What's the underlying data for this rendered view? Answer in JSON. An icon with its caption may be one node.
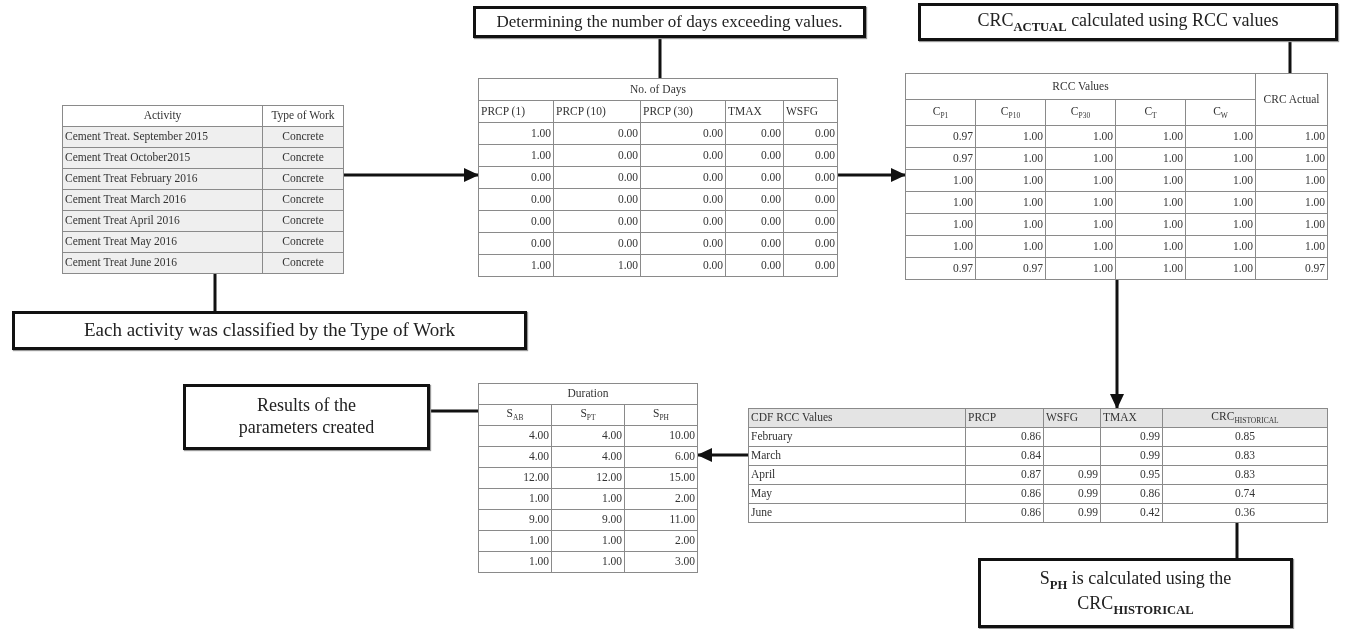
{
  "diagram": {
    "nodes": [
      {
        "text": [
          "Determining the number of days exceeding values."
        ]
      },
      {
        "text": [
          "CRC$_{ACTUAL}$ calculated using RCC values"
        ]
      },
      {
        "text": [
          "Activity",
          "Type of Work",
          "Cement Treat. September 2015",
          "Concrete",
          "Cement Treat October2015",
          "Concrete",
          "Cement Treat February 2016",
          "Concrete",
          "Cement Treat March 2016",
          "Concrete",
          "Cement Treat April 2016",
          "Concrete",
          "Cement Treat May 2016",
          "Concrete",
          "Cement Treat June 2016",
          "Concrete"
        ]
      },
      {
        "text": [
          "No. of Days",
          "PRCP (1)",
          "PRCP (10)",
          "PRCP (30)",
          "TMAX",
          "WSFG",
          "1.00",
          "0.00",
          "0.00",
          "0.00",
          "0.00",
          "1.00",
          "0.00",
          "0.00",
          "0.00",
          "0.00",
          "0.00",
          "0.00",
          "0.00",
          "0.00",
          "0.00",
          "0.00",
          "0.00",
          "0.00",
          "0.00",
          "0.00",
          "0.00",
          "0.00",
          "0.00",
          "0.00",
          "0.00",
          "0.00",
          "0.00",
          "0.00",
          "0.00",
          "0.00",
          "1.00",
          "1.00",
          "0.00",
          "0.00",
          "0.00"
        ]
      },
      {
        "text": [
          "RCC Values",
          "CRC Actual",
          "C$_{P1}$",
          "C$_{P10}$",
          "C$_{P30}$",
          "C$_{T}$",
          "C$_{W}$",
          "0.97",
          "1.00",
          "1.00",
          "1.00",
          "1.00",
          "1.00",
          "0.97",
          "1.00",
          "1.00",
          "1.00",
          "1.00",
          "1.00",
          "1.00",
          "1.00",
          "1.00",
          "1.00",
          "1.00",
          "1.00",
          "1.00",
          "1.00",
          "1.00",
          "1.00",
          "1.00",
          "1.00",
          "1.00",
          "1.00",
          "1.00",
          "1.00",
          "1.00",
          "1.00",
          "1.00",
          "1.00",
          "1.00",
          "1.00",
          "1.00",
          "1.00",
          "0.97",
          "0.97",
          "1.00",
          "1.00",
          "1.00",
          "0.97"
        ]
      },
      {
        "text": [
          "Each activity was classified by the Type of Work"
        ]
      },
      {
        "text": [
          "Results of the parameters created"
        ]
      },
      {
        "text": [
          "Duration",
          "S$_{AB}$",
          "S$_{PT}$",
          "S$_{PH}$",
          "4.00",
          "4.00",
          "10.00",
          "4.00",
          "4.00",
          "6.00",
          "12.00",
          "12.00",
          "15.00",
          "1.00",
          "1.00",
          "2.00",
          "9.00",
          "9.00",
          "11.00",
          "1.00",
          "1.00",
          "2.00",
          "1.00",
          "1.00",
          "3.00"
        ]
      },
      {
        "text": [
          "CDF RCC Values",
          "PRCP",
          "WSFG",
          "TMAX",
          "CRC$_{HISTORICAL}$",
          "February",
          "0.86",
          "0.99",
          "0.85",
          "March",
          "0.84",
          "0.99",
          "0.83",
          "April",
          "0.87",
          "0.99",
          "0.95",
          "0.83",
          "May",
          "0.86",
          "0.99",
          "0.86",
          "0.74",
          "June",
          "0.86",
          "0.99",
          "0.42",
          "0.36"
        ]
      },
      {
        "text": [
          "S$_{PH}$ is calculated using the CRC$_{HISTORICAL}$"
        ]
      }
    ],
    "edges": [
      {
        "from": 2,
        "to": 3,
        "arrow": "to"
      },
      {
        "from": 3,
        "to": 4,
        "arrow": "to"
      },
      {
        "from": 4,
        "to": 8,
        "arrow": "to"
      },
      {
        "from": 8,
        "to": 7,
        "arrow": "to"
      },
      {
        "from": 0,
        "to": 3,
        "arrow": "none"
      },
      {
        "from": 1,
        "to": 4,
        "arrow": "none"
      },
      {
        "from": 2,
        "to": 5,
        "arrow": "none"
      },
      {
        "from": 6,
        "to": 7,
        "arrow": "none"
      },
      {
        "from": 8,
        "to": 9,
        "arrow": "none"
      }
    ]
  }
}
